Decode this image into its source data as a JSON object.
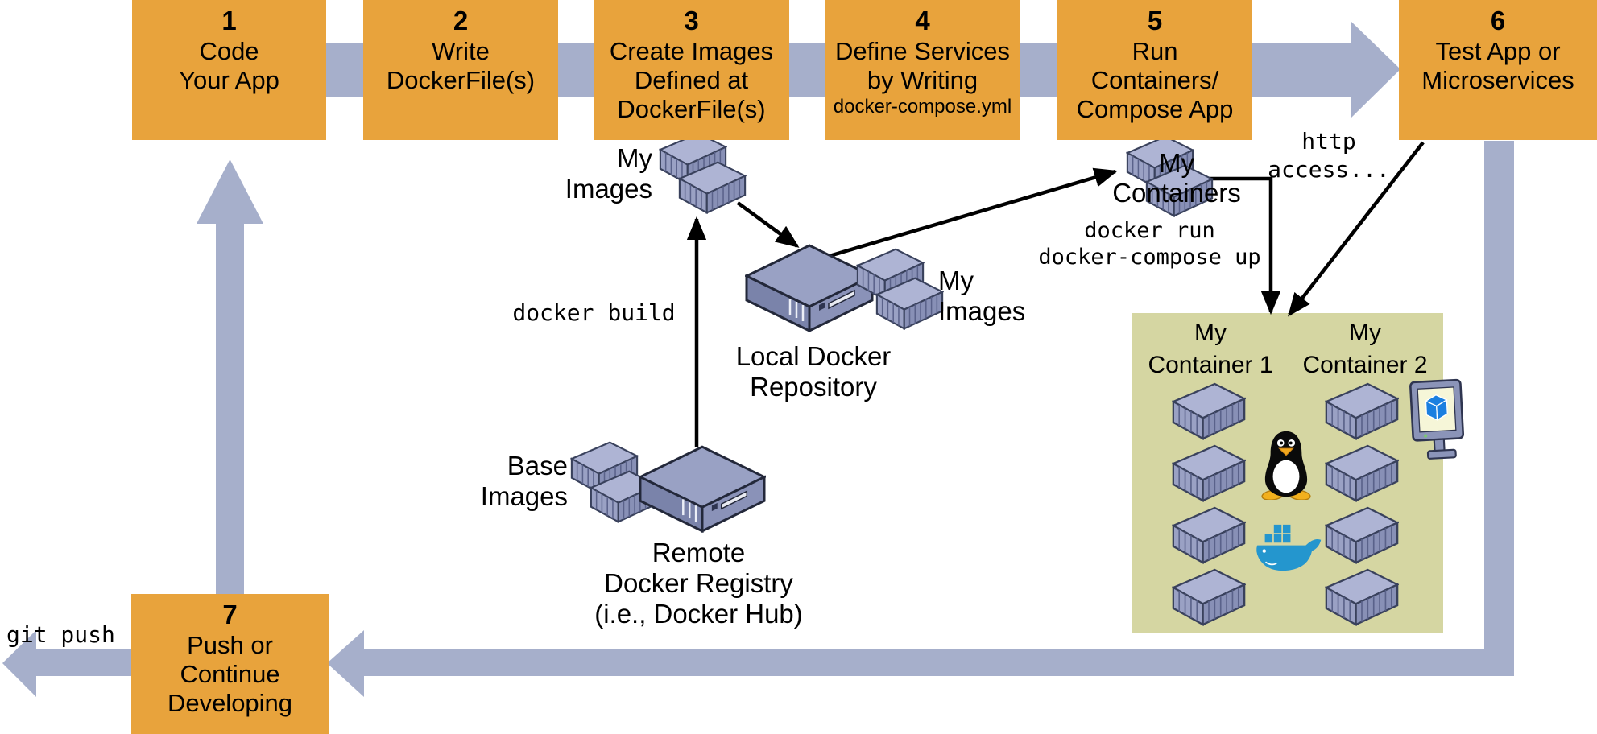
{
  "steps": [
    {
      "num": "1",
      "label": "Code\nYour App"
    },
    {
      "num": "2",
      "label": "Write\nDockerFile(s)"
    },
    {
      "num": "3",
      "label": "Create Images\nDefined at\nDockerFile(s)"
    },
    {
      "num": "4",
      "label": "Define Services\nby Writing",
      "sublabel": "docker-compose.yml"
    },
    {
      "num": "5",
      "label": "Run\nContainers/\nCompose App"
    },
    {
      "num": "6",
      "label": "Test App or\nMicroservices"
    },
    {
      "num": "7",
      "label": "Push or\nContinue\nDeveloping"
    }
  ],
  "annotations": {
    "my_images_top": "My\nImages",
    "docker_build": "docker build",
    "local_repository": "Local Docker\nRepository",
    "my_images_repo": "My\nImages",
    "base_images": "Base\nImages",
    "remote_registry": "Remote\nDocker Registry\n(i.e., Docker Hub)",
    "my_containers": "My\nContainers",
    "docker_run": "docker run\ndocker-compose up",
    "http_access": "http\naccess...",
    "git_push": "git push",
    "host_container1": "My\nContainer 1",
    "host_container2": "My\nContainer 2"
  },
  "icons": {
    "container": "isometric-shipping-container",
    "server": "flat-server-box",
    "tux": "linux-tux-penguin",
    "whale": "docker-whale",
    "monitor": "monitor-with-blue-cube"
  },
  "colors": {
    "step_box": "#E8A33C",
    "flow_band": "#A6AFCB",
    "host_panel": "#D5D6A2",
    "container_front": "#9AA1C4",
    "container_top": "#AEB4D4",
    "container_side": "#8890B6",
    "outline": "#39415C",
    "arrow": "#000000",
    "whale_blue": "#2496CE",
    "cube_blue": "#1B7FE0",
    "screen": "#F6F6D8"
  }
}
